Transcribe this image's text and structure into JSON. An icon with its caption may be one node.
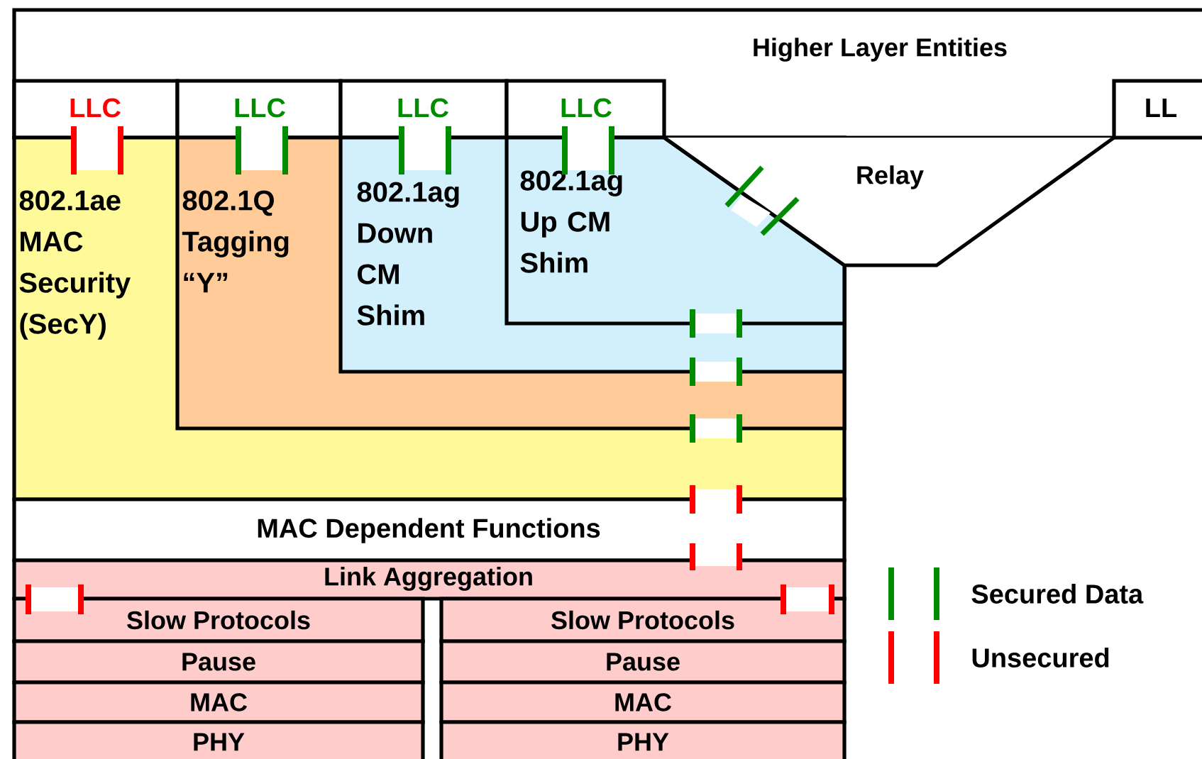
{
  "diagram": {
    "nodes": [
      {
        "text": [
          "Higher Layer Entities"
        ]
      },
      {
        "text": [
          "LLC"
        ],
        "in": 0
      },
      {
        "text": [
          "LLC"
        ],
        "in": 0
      },
      {
        "text": [
          "LLC"
        ],
        "in": 0
      },
      {
        "text": [
          "LLC"
        ],
        "in": 0
      },
      {
        "text": [
          "LL"
        ],
        "in": 0
      },
      {
        "text": [
          "802.1ae MAC Security (SecY)"
        ]
      },
      {
        "text": [
          "802.1Q Tagging “Y”"
        ],
        "in": 6
      },
      {
        "text": [
          "802.1ag Down CM Shim"
        ],
        "in": 7
      },
      {
        "text": [
          "802.1ag Up CM Shim"
        ],
        "in": 8
      },
      {
        "text": [
          "Relay"
        ]
      },
      {
        "text": [
          "MAC Dependent Functions"
        ]
      },
      {
        "text": [
          "Link Aggregation"
        ]
      },
      {
        "text": [
          "Slow Protocols"
        ]
      },
      {
        "text": [
          "Pause"
        ]
      },
      {
        "text": [
          "MAC"
        ]
      },
      {
        "text": [
          "PHY"
        ]
      },
      {
        "text": [
          "Slow Protocols"
        ]
      },
      {
        "text": [
          "Pause"
        ]
      },
      {
        "text": [
          "MAC"
        ]
      },
      {
        "text": [
          "PHY"
        ]
      }
    ],
    "legend": [
      {
        "text": "Secured Data"
      },
      {
        "text": "Unsecured"
      }
    ]
  }
}
